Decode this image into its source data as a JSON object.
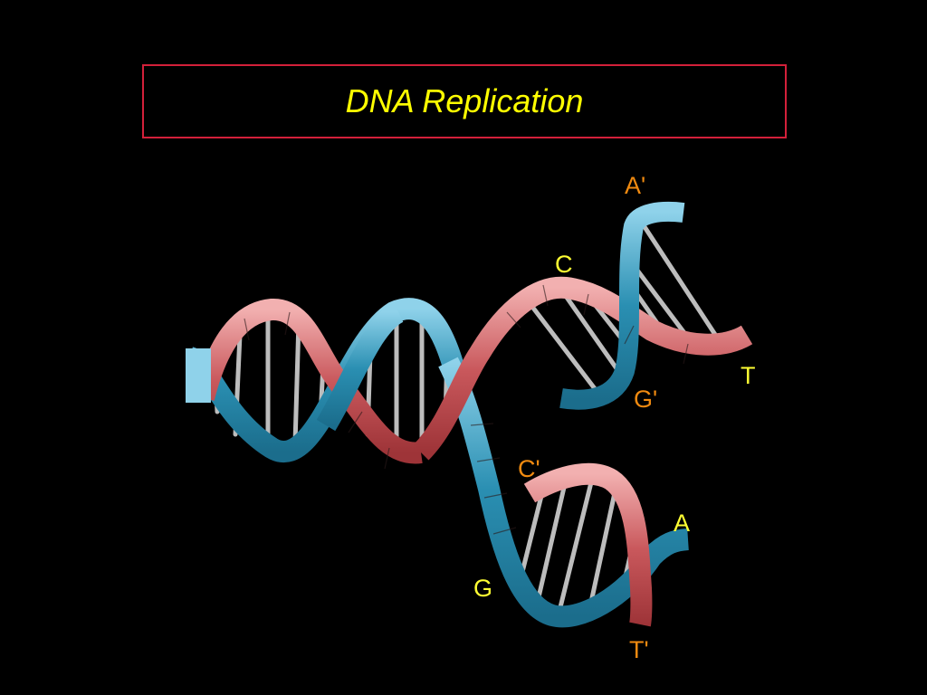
{
  "slide": {
    "title": "DNA Replication"
  },
  "labels": {
    "a_prime": "A'",
    "c": "C",
    "t": "T",
    "g_prime": "G'",
    "c_prime": "C'",
    "a": "A",
    "g": "G",
    "t_prime": "T'"
  },
  "colors": {
    "background": "#000000",
    "title_border": "#d3203a",
    "title_text": "#ffff00",
    "strand_blue": "#2a8fb2",
    "strand_red": "#c9585c",
    "label_orange": "#f08a10",
    "label_yellow": "#ffff33"
  }
}
